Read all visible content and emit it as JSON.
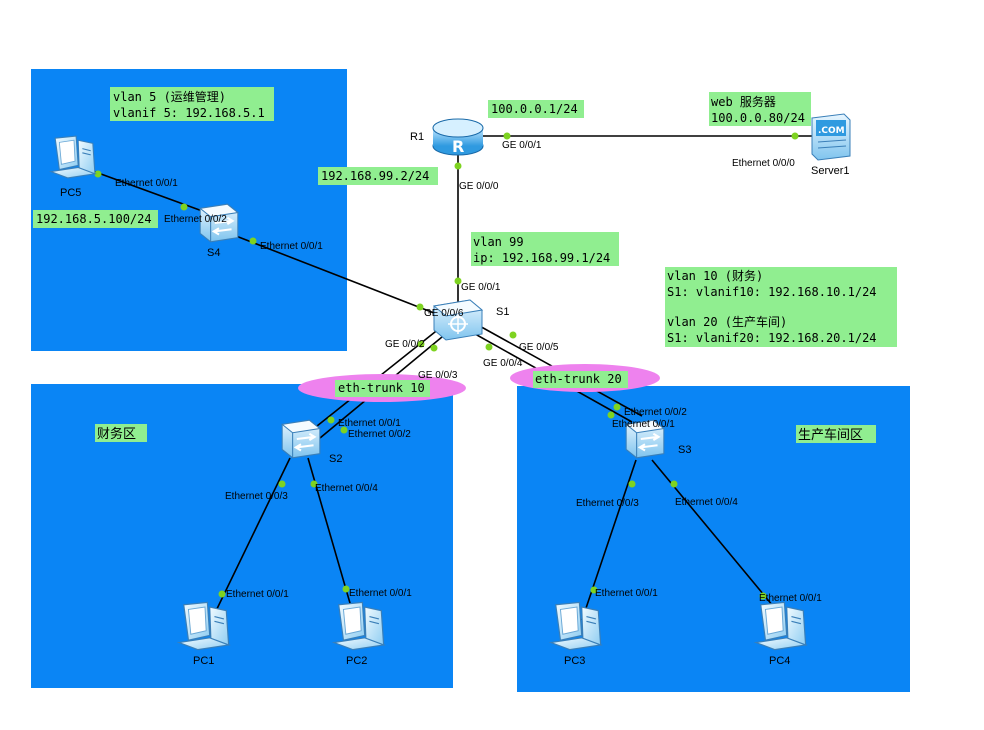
{
  "zones": {
    "mgmt": {
      "title": ""
    },
    "finance": {
      "title": "财务区"
    },
    "production": {
      "title": "生产车间区"
    }
  },
  "devices": {
    "r1": "R1",
    "s1": "S1",
    "s2": "S2",
    "s3": "S3",
    "s4": "S4",
    "server1": "Server1",
    "pc1": "PC1",
    "pc2": "PC2",
    "pc3": "PC3",
    "pc4": "PC4",
    "pc5": "PC5"
  },
  "notes": {
    "vlan5_line1": "vlan 5 (运维管理)",
    "vlan5_line2": "vlanif 5: 192.168.5.1",
    "pc5_ip": "192.168.5.100/24",
    "r1_wan_ip": "100.0.0.1/24",
    "web_line1": "web 服务器",
    "web_line2": "100.0.0.80/24",
    "r1_lan_ip": "192.168.99.2/24",
    "vlan99_line1": "vlan 99",
    "vlan99_line2": "ip: 192.168.99.1/24",
    "vlan10_line1": "vlan 10 (财务)",
    "vlan10_line2": "S1: vlanif10: 192.168.10.1/24",
    "vlan20_line1": "vlan 20 (生产车间)",
    "vlan20_line2": "S1: vlanif20: 192.168.20.1/24",
    "trunk10": "eth-trunk 10",
    "trunk20": "eth-trunk 20"
  },
  "ports": {
    "pc5_e001": "Ethernet 0/0/1",
    "s4_e002": "Ethernet 0/0/2",
    "s4_e001": "Ethernet 0/0/1",
    "r1_ge001": "GE 0/0/1",
    "server_e000": "Ethernet 0/0/0",
    "r1_ge000": "GE 0/0/0",
    "s1_ge001": "GE 0/0/1",
    "s1_ge006": "GE 0/0/6",
    "s1_ge002": "GE 0/0/2",
    "s1_ge003": "GE 0/0/3",
    "s1_ge004": "GE 0/0/4",
    "s1_ge005": "GE 0/0/5",
    "s2_e001": "Ethernet 0/0/1",
    "s2_e002": "Ethernet 0/0/2",
    "s2_e003": "Ethernet 0/0/3",
    "s2_e004": "Ethernet 0/0/4",
    "pc1_e001": "Ethernet 0/0/1",
    "pc2_e001": "Ethernet 0/0/1",
    "s3_e002": "Ethernet 0/0/2",
    "s3_e001": "Ethernet 0/0/1",
    "s3_e003": "Ethernet 0/0/3",
    "s3_e004": "Ethernet 0/0/4",
    "pc3_e001": "Ethernet 0/0/1",
    "pc4_e001": "Ethernet 0/0/1"
  },
  "colors": {
    "zone_fill": "#0a85f5",
    "note_fill": "#90ee90",
    "trunk_fill": "#ee82ee",
    "port_dot": "#7ed321"
  }
}
